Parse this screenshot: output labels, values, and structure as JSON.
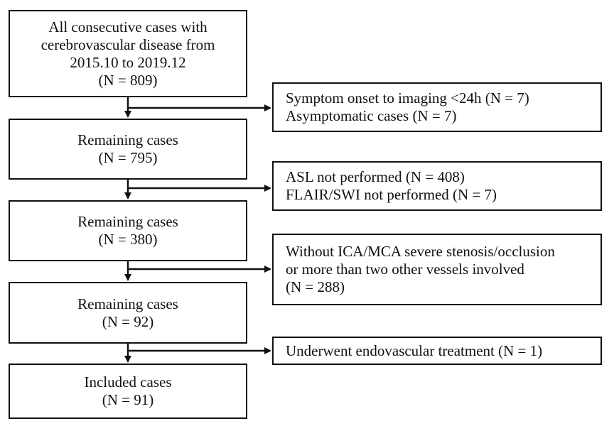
{
  "flow": {
    "start": {
      "lines": [
        "All consecutive cases with",
        "cerebrovascular disease from",
        "2015.10 to 2019.12",
        "(N = 809)"
      ]
    },
    "exclusion_1": {
      "lines": [
        "Symptom onset to imaging <24h (N = 7)",
        "Asymptomatic cases  (N = 7)"
      ]
    },
    "remaining_1": {
      "lines": [
        "Remaining cases",
        "(N = 795)"
      ]
    },
    "exclusion_2": {
      "lines": [
        "ASL not performed (N = 408)",
        "FLAIR/SWI not performed (N = 7)"
      ]
    },
    "remaining_2": {
      "lines": [
        "Remaining cases",
        "(N = 380)"
      ]
    },
    "exclusion_3": {
      "lines": [
        "Without ICA/MCA severe stenosis/occlusion",
        "or more than two other vessels involved",
        "(N = 288)"
      ]
    },
    "remaining_3": {
      "lines": [
        "Remaining cases",
        "(N = 92)"
      ]
    },
    "exclusion_4": {
      "lines": [
        "Underwent endovascular treatment (N = 1)"
      ]
    },
    "final": {
      "lines": [
        "Included cases",
        "(N = 91)"
      ]
    }
  }
}
